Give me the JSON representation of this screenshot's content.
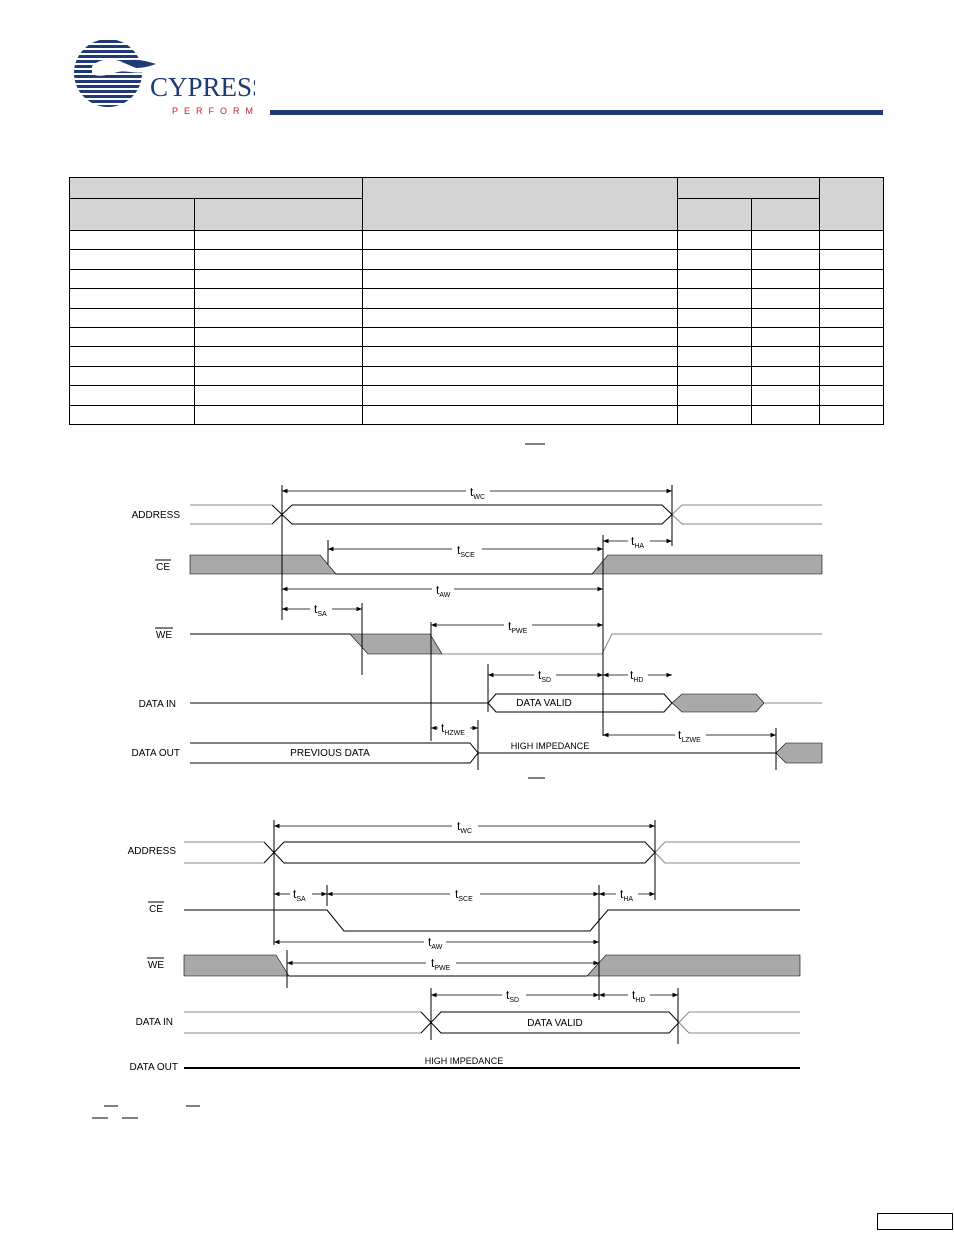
{
  "brand": {
    "name": "CYPRESS",
    "tagline": "PERFORM",
    "colors": {
      "navy": "#1f3a74",
      "red": "#c0262c",
      "shade": "#a9a9a9",
      "table_header": "#d4d4d4"
    }
  },
  "table": {
    "body_rows": 10,
    "columns": 6
  },
  "diagram1": {
    "signals": {
      "address": "ADDRESS",
      "ce": "CE",
      "we": "WE",
      "data_in": "DATA IN",
      "data_out": "DATA OUT"
    },
    "timing": {
      "twc_t": "t",
      "twc_s": "WC",
      "tsce_t": "t",
      "tsce_s": "SCE",
      "tha_t": "t",
      "tha_s": "HA",
      "taw_t": "t",
      "taw_s": "AW",
      "tsa_t": "t",
      "tsa_s": "SA",
      "tpwe_t": "t",
      "tpwe_s": "PWE",
      "tsd_t": "t",
      "tsd_s": "SD",
      "thd_t": "t",
      "thd_s": "HD",
      "thzwe_t": "t",
      "thzwe_s": "HZWE",
      "tlzwe_t": "t",
      "tlzwe_s": "LZWE"
    },
    "labels": {
      "data_valid": "DATA VALID",
      "previous_data": "PREVIOUS DATA",
      "high_impedance": "HIGH IMPEDANCE"
    }
  },
  "diagram2": {
    "signals": {
      "address": "ADDRESS",
      "ce": "CE",
      "we": "WE",
      "data_in": "DATA IN",
      "data_out": "DATA OUT"
    },
    "timing": {
      "twc_t": "t",
      "twc_s": "WC",
      "tsa_t": "t",
      "tsa_s": "SA",
      "tsce_t": "t",
      "tsce_s": "SCE",
      "tha_t": "t",
      "tha_s": "HA",
      "taw_t": "t",
      "taw_s": "AW",
      "tpwe_t": "t",
      "tpwe_s": "PWE",
      "tsd_t": "t",
      "tsd_s": "SD",
      "thd_t": "t",
      "thd_s": "HD"
    },
    "labels": {
      "data_valid": "DATA VALID",
      "high_impedance": "HIGH IMPEDANCE"
    }
  }
}
